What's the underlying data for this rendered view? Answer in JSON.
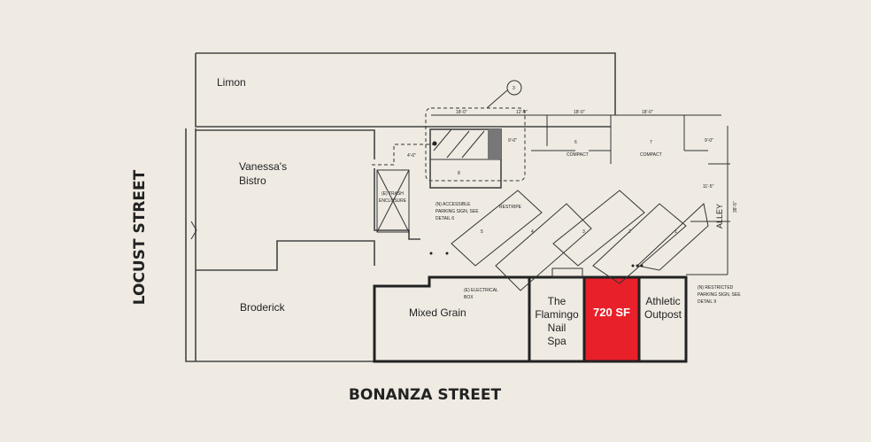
{
  "streets": {
    "left": "LOCUST STREET",
    "bottom": "BONANZA STREET",
    "right": "ALLEY"
  },
  "tenants": [
    {
      "name": "Limon"
    },
    {
      "name": "Vanessa's",
      "name2": "Bistro"
    },
    {
      "name": "Broderick"
    },
    {
      "name": "Mixed Grain"
    },
    {
      "name": "The",
      "name2": "Flamingo",
      "name3": "Nail",
      "name4": "Spa"
    },
    {
      "name": "720 SF",
      "highlight_color": "#e8202a"
    },
    {
      "name": "Athletic",
      "name2": "Outpost"
    }
  ],
  "annotations": {
    "trash": "(E) TRASH",
    "trash2": "ENCLOSURE",
    "accessible": "(N) ACCESSIBLE",
    "accessible2": "PARKING SIGN, SEE",
    "accessible3": "DETAIL 6",
    "restripe": "RESTRIPE",
    "electrical": "(E) ELECTRICAL",
    "electrical2": "BOX",
    "restricted": "(N) RESTRICTED",
    "restricted2": "PARKING SIGN, SEE",
    "restricted3": "DETAIL 9",
    "compact": "COMPACT",
    "detail_ref": "3",
    "dims": {
      "d1": "18'-0\"",
      "d2": "12'-0\"",
      "d3": "18'-0\"",
      "d4": "18'-0\"",
      "d5": "9'-0\"",
      "d6": "9'-0\"",
      "d7": "11'-5\"",
      "d8": "38'-5\"",
      "d9": "4'-0\""
    }
  },
  "stalls": [
    "1",
    "2",
    "3",
    "4",
    "5",
    "6",
    "7",
    "8"
  ]
}
